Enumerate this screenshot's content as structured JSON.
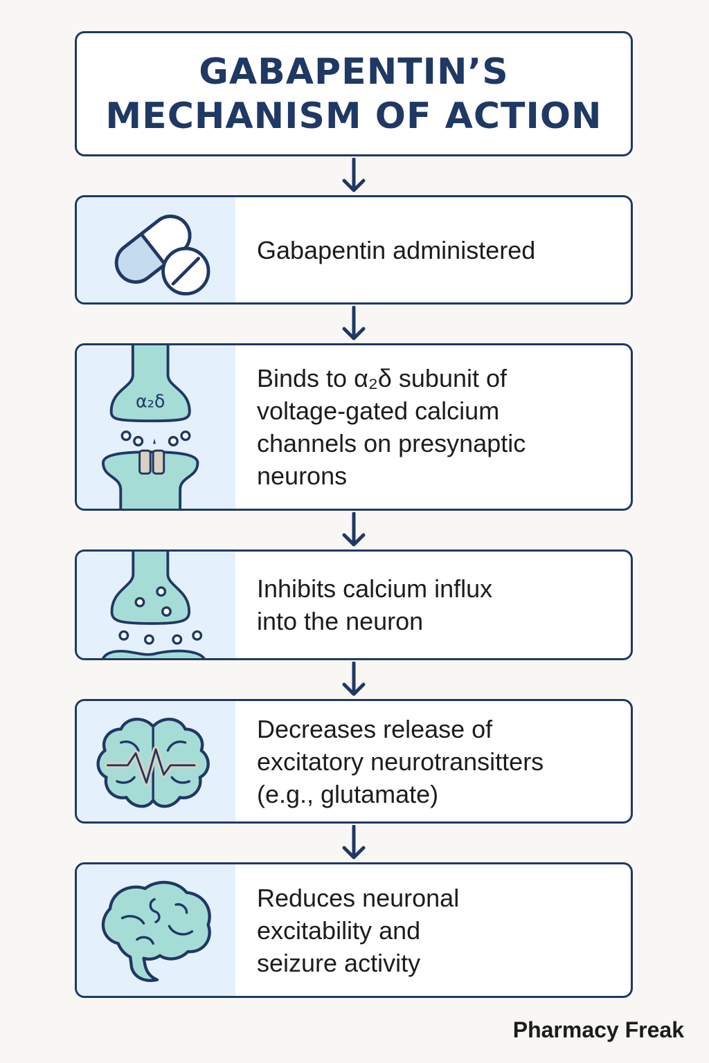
{
  "title": {
    "line1": "GABAPENTIN’S",
    "line2": "MECHANISM OF ACTION"
  },
  "steps": [
    {
      "text": "Gabapentin administered",
      "icon": "capsule-and-tablet-icon"
    },
    {
      "text": "Binds to α₂δ subunit of\nvoltage-gated calcium\nchannels on presynaptic\nneurons",
      "icon": "synapse-receptor-icon",
      "icon_label": "α₂δ"
    },
    {
      "text": "Inhibits calcium influx\ninto the neuron",
      "icon": "synapse-calcium-icon"
    },
    {
      "text": "Decreases release of\nexcitatory neurotransitters\n(e.g., glutamate)",
      "icon": "brain-signal-icon"
    },
    {
      "text": "Reduces neuronal\nexcitability and\nseizure activity",
      "icon": "brain-icon"
    }
  ],
  "brand": "Pharmacy Freak",
  "colors": {
    "navy": "#1f3864",
    "panel": "#e4f0fb",
    "teal": "#a6dcd6",
    "pill_light": "#c5dcf0",
    "vesicle": "#d9d0c0"
  }
}
